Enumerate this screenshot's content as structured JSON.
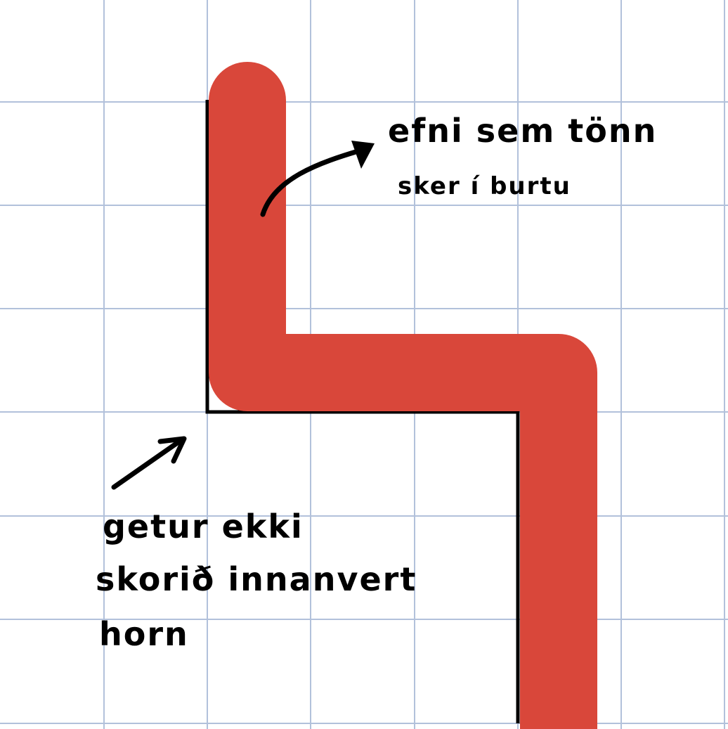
{
  "colors": {
    "background": "#ffffff",
    "grid": "#b2c1db",
    "stroke": "#d9473a",
    "ink": "#000000"
  },
  "annotations": {
    "top": {
      "line1": "efni sem tönn",
      "line2": "sker í burtu"
    },
    "bottom": {
      "line1": "getur ekki",
      "line2": "skorið innanvert",
      "line3": "horn"
    }
  }
}
